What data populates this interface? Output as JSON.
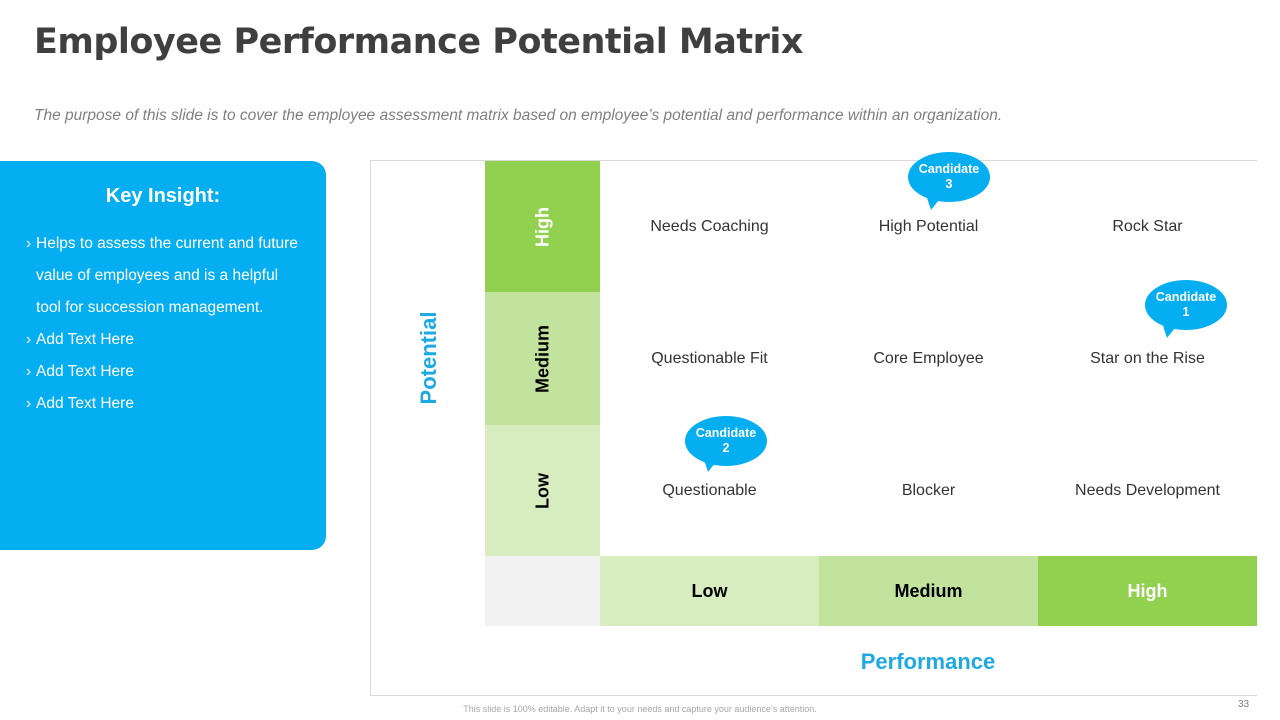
{
  "slide": {
    "title": "Employee Performance Potential Matrix",
    "subtitle": "The purpose of this slide is to cover the employee assessment matrix based on employee’s potential and performance within an organization.",
    "footer_note": "This slide is 100% editable. Adapt it to your needs and capture your audience’s attention.",
    "page_number": "33"
  },
  "insight": {
    "title": "Key Insight:",
    "items": [
      "Helps to assess the current and future value of employees and is a helpful tool for succession management.",
      "Add Text Here",
      "Add Text Here",
      "Add Text Here"
    ]
  },
  "matrix": {
    "y_axis_label": "Potential",
    "x_axis_label": "Performance",
    "row_levels": [
      "High",
      "Medium",
      "Low"
    ],
    "col_levels": [
      "Low",
      "Medium",
      "High"
    ],
    "cells": [
      [
        "Needs Coaching",
        "High Potential",
        "Rock Star"
      ],
      [
        "Questionable Fit",
        "Core Employee",
        "Star on the Rise"
      ],
      [
        "Questionable",
        "Blocker",
        "Needs Development"
      ]
    ],
    "candidates": [
      {
        "word": "Candidate",
        "number": "3",
        "potential": "High",
        "performance": "Medium"
      },
      {
        "word": "Candidate",
        "number": "1",
        "potential": "Medium",
        "performance": "High"
      },
      {
        "word": "Candidate",
        "number": "2",
        "potential": "Low",
        "performance": "Low"
      }
    ]
  },
  "colors": {
    "accent_blue": "#05aef0",
    "axis_label_blue": "#1fa9e1",
    "green_high": "#92d050",
    "green_medium": "#c1e39d",
    "green_low": "#d7edbf"
  }
}
